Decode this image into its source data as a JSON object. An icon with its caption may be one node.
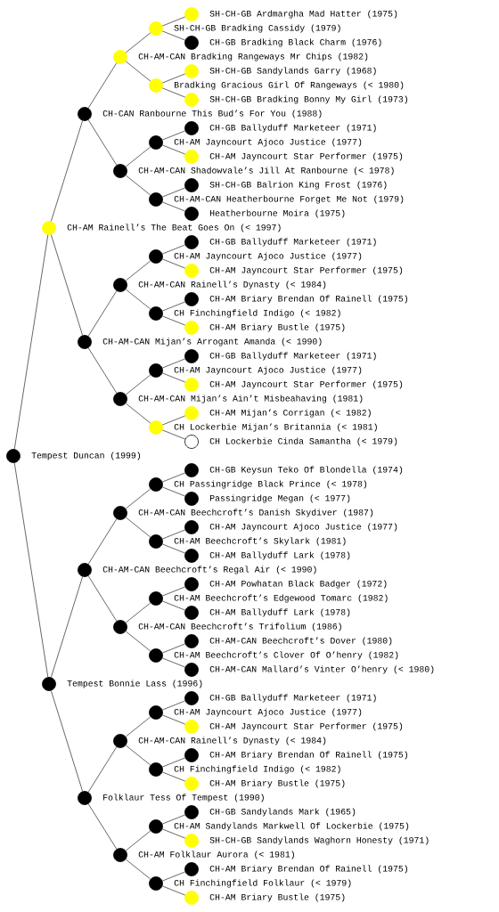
{
  "diagram": {
    "nodes": [
      {
        "text": [
          "SH-CH-GB Ardmargha Mad Hatter (1975)"
        ]
      },
      {
        "text": [
          "SH-CH-GB Bradking Cassidy (1979)"
        ]
      },
      {
        "text": [
          "CH-GB Bradking Black Charm (1976)"
        ]
      },
      {
        "text": [
          "CH-AM-CAN Bradking Rangeways Mr Chips (1982)"
        ]
      },
      {
        "text": [
          "SH-CH-GB Sandylands Garry (1968)"
        ]
      },
      {
        "text": [
          "Bradking Gracious Girl Of Rangeways (< 1980)"
        ]
      },
      {
        "text": [
          "SH-CH-GB Bradking Bonny My Girl (1973)"
        ]
      },
      {
        "text": [
          "CH-CAN Ranbourne This Bud’s For You (1988)"
        ]
      },
      {
        "text": [
          "CH-GB Ballyduff Marketeer (1971)"
        ]
      },
      {
        "text": [
          "CH-AM Jayncourt Ajoco Justice (1977)"
        ]
      },
      {
        "text": [
          "CH-AM Jayncourt Star Performer (1975)"
        ]
      },
      {
        "text": [
          "CH-AM-CAN Shadowvale’s Jill At Ranbourne (< 1978)"
        ]
      },
      {
        "text": [
          "SH-CH-GB Balrion King Frost (1976)"
        ]
      },
      {
        "text": [
          "CH-AM-CAN Heatherbourne Forget Me Not (1979)"
        ]
      },
      {
        "text": [
          "Heatherbourne Moira (1975)"
        ]
      },
      {
        "text": [
          "CH-AM Rainell’s The Beat Goes On (< 1997)"
        ]
      },
      {
        "text": [
          "CH-GB Ballyduff Marketeer (1971)"
        ]
      },
      {
        "text": [
          "CH-AM Jayncourt Ajoco Justice (1977)"
        ]
      },
      {
        "text": [
          "CH-AM Jayncourt Star Performer (1975)"
        ]
      },
      {
        "text": [
          "CH-AM-CAN Rainell’s Dynasty (< 1984)"
        ]
      },
      {
        "text": [
          "CH-AM Briary Brendan Of Rainell (1975)"
        ]
      },
      {
        "text": [
          "CH Finchingfield Indigo (< 1982)"
        ]
      },
      {
        "text": [
          "CH-AM Briary Bustle (1975)"
        ]
      },
      {
        "text": [
          "CH-AM-CAN Mijan’s Arrogant Amanda (< 1990)"
        ]
      },
      {
        "text": [
          "CH-GB Ballyduff Marketeer (1971)"
        ]
      },
      {
        "text": [
          "CH-AM Jayncourt Ajoco Justice (1977)"
        ]
      },
      {
        "text": [
          "CH-AM Jayncourt Star Performer (1975)"
        ]
      },
      {
        "text": [
          "CH-AM-CAN Mijan’s Ain’t Misbeahaving (1981)"
        ]
      },
      {
        "text": [
          "CH-AM Mijan’s Corrigan (< 1982)"
        ]
      },
      {
        "text": [
          "CH Lockerbie Mijan’s Britannia (< 1981)"
        ]
      },
      {
        "text": [
          "CH Lockerbie Cinda Samantha (< 1979)"
        ]
      },
      {
        "text": [
          "Tempest Duncan (1999)"
        ]
      },
      {
        "text": [
          "CH-GB Keysun Teko Of Blondella (1974)"
        ]
      },
      {
        "text": [
          "CH Passingridge Black Prince (< 1978)"
        ]
      },
      {
        "text": [
          "Passingridge Megan (< 1977)"
        ]
      },
      {
        "text": [
          "CH-AM-CAN Beechcroft’s Danish Skydiver (1987)"
        ]
      },
      {
        "text": [
          "CH-AM Jayncourt Ajoco Justice (1977)"
        ]
      },
      {
        "text": [
          "CH-AM Beechcroft’s Skylark (1981)"
        ]
      },
      {
        "text": [
          "CH-AM Ballyduff Lark (1978)"
        ]
      },
      {
        "text": [
          "CH-AM-CAN Beechcroft’s Regal Air (< 1990)"
        ]
      },
      {
        "text": [
          "CH-AM Powhatan Black Badger (1972)"
        ]
      },
      {
        "text": [
          "CH-AM Beechcroft’s Edgewood Tomarc (1982)"
        ]
      },
      {
        "text": [
          "CH-AM Ballyduff Lark (1978)"
        ]
      },
      {
        "text": [
          "CH-AM-CAN Beechcroft’s Trifolium (1986)"
        ]
      },
      {
        "text": [
          "CH-AM-CAN Beechcroft’s Dover (1980)"
        ]
      },
      {
        "text": [
          "CH-AM Beechcroft’s Clover Of O’henry (1982)"
        ]
      },
      {
        "text": [
          "CH-AM-CAN Mallard’s Vinter O’henry (< 1980)"
        ]
      },
      {
        "text": [
          "Tempest Bonnie Lass (1996)"
        ]
      },
      {
        "text": [
          "CH-GB Ballyduff Marketeer (1971)"
        ]
      },
      {
        "text": [
          "CH-AM Jayncourt Ajoco Justice (1977)"
        ]
      },
      {
        "text": [
          "CH-AM Jayncourt Star Performer (1975)"
        ]
      },
      {
        "text": [
          "CH-AM-CAN Rainell’s Dynasty (< 1984)"
        ]
      },
      {
        "text": [
          "CH-AM Briary Brendan Of Rainell (1975)"
        ]
      },
      {
        "text": [
          "CH Finchingfield Indigo (< 1982)"
        ]
      },
      {
        "text": [
          "CH-AM Briary Bustle (1975)"
        ]
      },
      {
        "text": [
          "Folklaur Tess Of Tempest (1990)"
        ]
      },
      {
        "text": [
          "CH-GB Sandylands Mark (1965)"
        ]
      },
      {
        "text": [
          "CH-AM Sandylands Markwell Of Lockerbie (1975)"
        ]
      },
      {
        "text": [
          "SH-CH-GB Sandylands Waghorn Honesty (1971)"
        ]
      },
      {
        "text": [
          "CH-AM Folklaur Aurora (< 1981)"
        ]
      },
      {
        "text": [
          "CH-AM Briary Brendan Of Rainell (1975)"
        ]
      },
      {
        "text": [
          "CH Finchingfield Folklaur (< 1979)"
        ]
      },
      {
        "text": [
          "CH-AM Briary Bustle (1975)"
        ]
      }
    ],
    "edges": [
      {
        "from": 1,
        "to": 0,
        "arrow": "none"
      },
      {
        "from": 3,
        "to": 1,
        "arrow": "none"
      },
      {
        "from": 1,
        "to": 2,
        "arrow": "none"
      },
      {
        "from": 7,
        "to": 3,
        "arrow": "none"
      },
      {
        "from": 5,
        "to": 4,
        "arrow": "none"
      },
      {
        "from": 3,
        "to": 5,
        "arrow": "none"
      },
      {
        "from": 5,
        "to": 6,
        "arrow": "none"
      },
      {
        "from": 15,
        "to": 7,
        "arrow": "none"
      },
      {
        "from": 9,
        "to": 8,
        "arrow": "none"
      },
      {
        "from": 11,
        "to": 9,
        "arrow": "none"
      },
      {
        "from": 9,
        "to": 10,
        "arrow": "none"
      },
      {
        "from": 7,
        "to": 11,
        "arrow": "none"
      },
      {
        "from": 13,
        "to": 12,
        "arrow": "none"
      },
      {
        "from": 11,
        "to": 13,
        "arrow": "none"
      },
      {
        "from": 13,
        "to": 14,
        "arrow": "none"
      },
      {
        "from": 31,
        "to": 15,
        "arrow": "none"
      },
      {
        "from": 17,
        "to": 16,
        "arrow": "none"
      },
      {
        "from": 19,
        "to": 17,
        "arrow": "none"
      },
      {
        "from": 17,
        "to": 18,
        "arrow": "none"
      },
      {
        "from": 23,
        "to": 19,
        "arrow": "none"
      },
      {
        "from": 21,
        "to": 20,
        "arrow": "none"
      },
      {
        "from": 19,
        "to": 21,
        "arrow": "none"
      },
      {
        "from": 21,
        "to": 22,
        "arrow": "none"
      },
      {
        "from": 15,
        "to": 23,
        "arrow": "none"
      },
      {
        "from": 25,
        "to": 24,
        "arrow": "none"
      },
      {
        "from": 27,
        "to": 25,
        "arrow": "none"
      },
      {
        "from": 25,
        "to": 26,
        "arrow": "none"
      },
      {
        "from": 23,
        "to": 27,
        "arrow": "none"
      },
      {
        "from": 29,
        "to": 28,
        "arrow": "none"
      },
      {
        "from": 27,
        "to": 29,
        "arrow": "none"
      },
      {
        "from": 29,
        "to": 30,
        "arrow": "none"
      },
      {
        "from": 33,
        "to": 32,
        "arrow": "none"
      },
      {
        "from": 35,
        "to": 33,
        "arrow": "none"
      },
      {
        "from": 33,
        "to": 34,
        "arrow": "none"
      },
      {
        "from": 39,
        "to": 35,
        "arrow": "none"
      },
      {
        "from": 37,
        "to": 36,
        "arrow": "none"
      },
      {
        "from": 35,
        "to": 37,
        "arrow": "none"
      },
      {
        "from": 37,
        "to": 38,
        "arrow": "none"
      },
      {
        "from": 47,
        "to": 39,
        "arrow": "none"
      },
      {
        "from": 41,
        "to": 40,
        "arrow": "none"
      },
      {
        "from": 43,
        "to": 41,
        "arrow": "none"
      },
      {
        "from": 41,
        "to": 42,
        "arrow": "none"
      },
      {
        "from": 39,
        "to": 43,
        "arrow": "none"
      },
      {
        "from": 45,
        "to": 44,
        "arrow": "none"
      },
      {
        "from": 43,
        "to": 45,
        "arrow": "none"
      },
      {
        "from": 45,
        "to": 46,
        "arrow": "none"
      },
      {
        "from": 31,
        "to": 47,
        "arrow": "none"
      },
      {
        "from": 49,
        "to": 48,
        "arrow": "none"
      },
      {
        "from": 51,
        "to": 49,
        "arrow": "none"
      },
      {
        "from": 49,
        "to": 50,
        "arrow": "none"
      },
      {
        "from": 55,
        "to": 51,
        "arrow": "none"
      },
      {
        "from": 53,
        "to": 52,
        "arrow": "none"
      },
      {
        "from": 51,
        "to": 53,
        "arrow": "none"
      },
      {
        "from": 53,
        "to": 54,
        "arrow": "none"
      },
      {
        "from": 47,
        "to": 55,
        "arrow": "none"
      },
      {
        "from": 57,
        "to": 56,
        "arrow": "none"
      },
      {
        "from": 59,
        "to": 57,
        "arrow": "none"
      },
      {
        "from": 57,
        "to": 58,
        "arrow": "none"
      },
      {
        "from": 55,
        "to": 59,
        "arrow": "none"
      },
      {
        "from": 61,
        "to": 60,
        "arrow": "none"
      },
      {
        "from": 59,
        "to": 61,
        "arrow": "none"
      },
      {
        "from": 61,
        "to": 62,
        "arrow": "none"
      }
    ]
  }
}
